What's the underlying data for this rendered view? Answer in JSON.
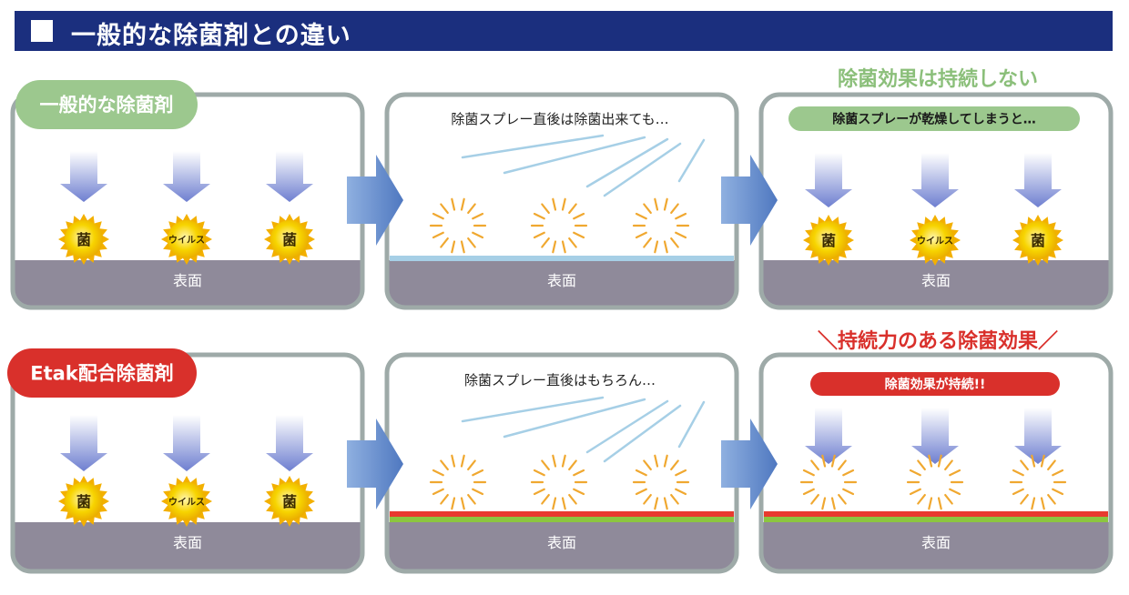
{
  "header": {
    "title": "一般的な除菌剤との違い"
  },
  "rows": [
    {
      "label": "一般的な除菌剤",
      "microbes": [
        "菌",
        "ウイルス",
        "菌"
      ],
      "surface": "表面",
      "middle_caption": "除菌スプレー直後は除菌出来ても…",
      "right_heading": "除菌効果は持続しない",
      "right_pill": "除菌スプレーが乾燥してしまうと…",
      "right_microbes": [
        "菌",
        "ウイルス",
        "菌"
      ]
    },
    {
      "label": "Etak配合除菌剤",
      "microbes": [
        "菌",
        "ウイルス",
        "菌"
      ],
      "surface": "表面",
      "middle_caption": "除菌スプレー直後はもちろん…",
      "right_heading": "＼持続力のある除菌効果／",
      "right_pill": "除菌効果が持続!!",
      "right_surface": "表面"
    }
  ],
  "colors": {
    "header_bg": "#1b2f7e",
    "green_label": "#9cc88e",
    "red_label": "#d9302b",
    "green_heading": "#8bbf7a",
    "red_heading": "#d9302b",
    "panel_border": "#9eaaa8",
    "surface": "#8f8a9a",
    "arrow_blue": "#5f86c9",
    "spray_line": "#a6cfe6",
    "germ_yellow": "#f2c600",
    "sparkle": "#f0a830",
    "coat_red": "#e83a2f",
    "coat_green": "#8cc63f"
  }
}
